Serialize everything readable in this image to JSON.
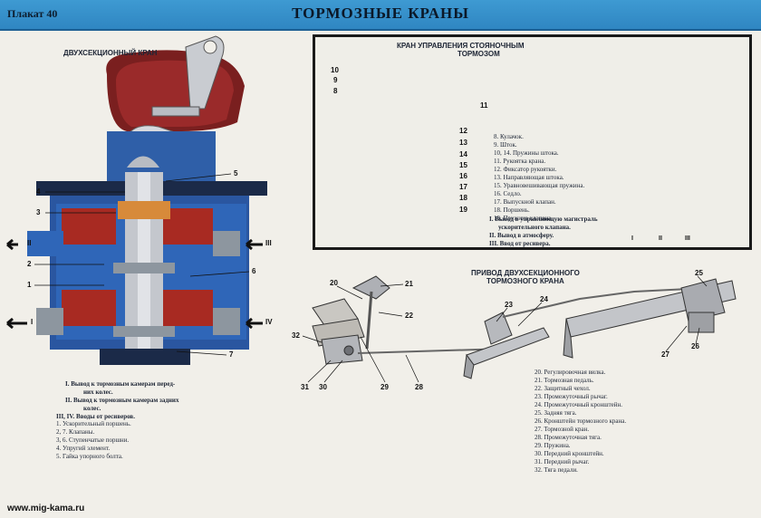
{
  "header": {
    "plate": "Плакат 40",
    "title": "ТОРМОЗНЫЕ КРАНЫ"
  },
  "left": {
    "title": "ДВУХСЕКЦИОННЫЙ КРАН",
    "callouts": [
      "5",
      "4",
      "3",
      "2",
      "1",
      "6",
      "7"
    ],
    "ports": [
      "II",
      "III",
      "I",
      "IV"
    ],
    "legend": [
      "I. Вывод к тормозным камерам перед-",
      "них колес.",
      "II. Вывод к тормозным камерам задних",
      "колес.",
      "III, IV. Вводы от ресиверов."
    ],
    "parts": [
      "1. Ускорительный поршень.",
      "2, 7. Клапаны.",
      "3, 6. Ступенчатые поршни.",
      "4. Упругий элемент.",
      "5. Гайка упорного болта."
    ]
  },
  "parking": {
    "title_line1": "КРАН   УПРАВЛЕНИЯ   СТОЯНОЧНЫМ",
    "title_line2": "ТОРМОЗОМ",
    "callouts": [
      "10",
      "9",
      "8",
      "11",
      "12",
      "13",
      "14",
      "15",
      "16",
      "17",
      "18",
      "19"
    ],
    "parts": [
      "8. Кулачок.",
      "9. Шток.",
      "10, 14. Пружины штока.",
      "11. Рукоятка крана.",
      "12. Фиксатор рукоятки.",
      "13. Направляющая штока.",
      "15. Уравновешивающая пружина.",
      "16. Седло.",
      "17. Выпускной клапан.",
      "18. Поршень.",
      "19. Пружина клапана."
    ],
    "legend": [
      "I. Вывод в управляющую магистраль",
      "ускорительного клапана.",
      "II. Вывод в атмосферу.",
      "III. Ввод от ресивера."
    ],
    "arrow_labels": [
      "I",
      "II",
      "III"
    ]
  },
  "drive": {
    "title_line1": "ПРИВОД ДВУХСЕКЦИОННОГО",
    "title_line2": "ТОРМОЗНОГО КРАНА",
    "callouts": [
      "20",
      "21",
      "22",
      "32",
      "31",
      "30",
      "29",
      "28",
      "23",
      "24",
      "25",
      "27",
      "26"
    ],
    "parts": [
      "20. Регулировочная вилка.",
      "21. Тормозная педаль.",
      "22. Защитный чехол.",
      "23. Промежуточный рычаг.",
      "24. Промежуточный кронштейн.",
      "25. Задняя тяга.",
      "26. Кронштейн тормозного крана.",
      "27. Тормозной кран.",
      "28. Промежуточная тяга.",
      "29. Пружина.",
      "30. Передний кронштейн.",
      "31. Передний рычаг.",
      "32. Тяга педали."
    ]
  },
  "footer": {
    "url": "www.mig-kama.ru"
  }
}
